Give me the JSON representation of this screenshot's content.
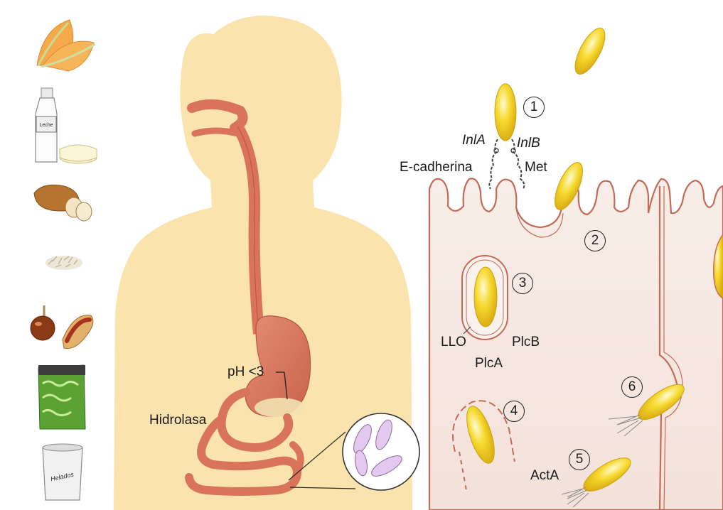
{
  "labels": {
    "ph": "pH <3",
    "hidrolasa": "Hidrolasa",
    "inla": "InlA",
    "inlb": "InlB",
    "ecadherina": "E-cadherina",
    "met": "Met",
    "llo": "LLO",
    "plcb": "PlcB",
    "plca": "PlcA",
    "acta": "ActA"
  },
  "food_labels": {
    "milk": "Leche",
    "icecream": "Helados"
  },
  "steps": [
    "1",
    "2",
    "3",
    "4",
    "5",
    "6"
  ],
  "colors": {
    "body_skin": "#fbe3ad",
    "gut": "#d9735a",
    "gut_dark": "#b9523c",
    "bacteria": "#f4d021",
    "bacteria_light": "#fff6a8",
    "cell_tissue": "#f7ebe6",
    "cell_membrane": "#c46a57",
    "lumen_cell": "#d9b7e6"
  },
  "icons": [
    "cantaloupe-icon",
    "milk-bottle-icon",
    "cheese-icon",
    "bread-loaf-icon",
    "shredded-cheese-icon",
    "candy-apple-icon",
    "hotdog-icon",
    "lettuce-bag-icon",
    "ice-cream-tub-icon"
  ]
}
